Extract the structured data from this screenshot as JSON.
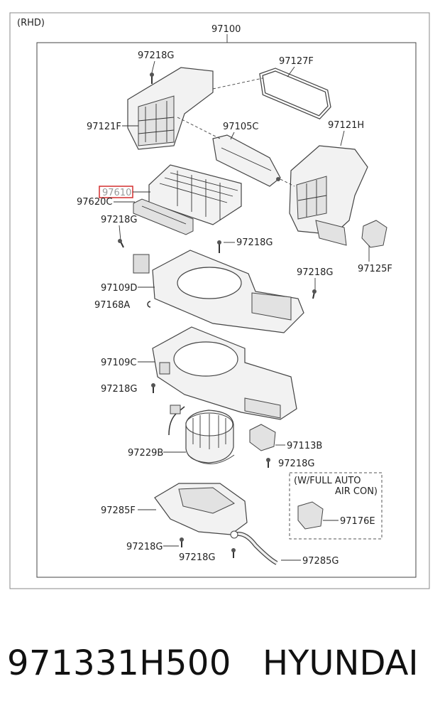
{
  "diagram": {
    "variant_label": "(RHD)",
    "assembly_label": "97100",
    "highlight_color": "#d32f2f",
    "parts": {
      "p97218G_top": "97218G",
      "p97127F": "97127F",
      "p97121F": "97121F",
      "p97105C": "97105C",
      "p97121H": "97121H",
      "p97610": "97610",
      "p97620C": "97620C",
      "p97218G_left": "97218G",
      "p97218G_mid": "97218G",
      "p97218G_right": "97218G",
      "p97125F": "97125F",
      "p97109D": "97109D",
      "p97168A": "97168A",
      "p97109C": "97109C",
      "p97218G_case": "97218G",
      "p97229B": "97229B",
      "p97113B": "97113B",
      "p97218G_resistor": "97218G",
      "option_line1": "(W/FULL AUTO",
      "option_line2": "AIR CON)",
      "p97176E": "97176E",
      "p97285F": "97285F",
      "p97218G_bl": "97218G",
      "p97218G_bc": "97218G",
      "p97285G": "97285G"
    }
  },
  "caption": {
    "part_number": "971331H500",
    "brand": "HYUNDAI"
  }
}
